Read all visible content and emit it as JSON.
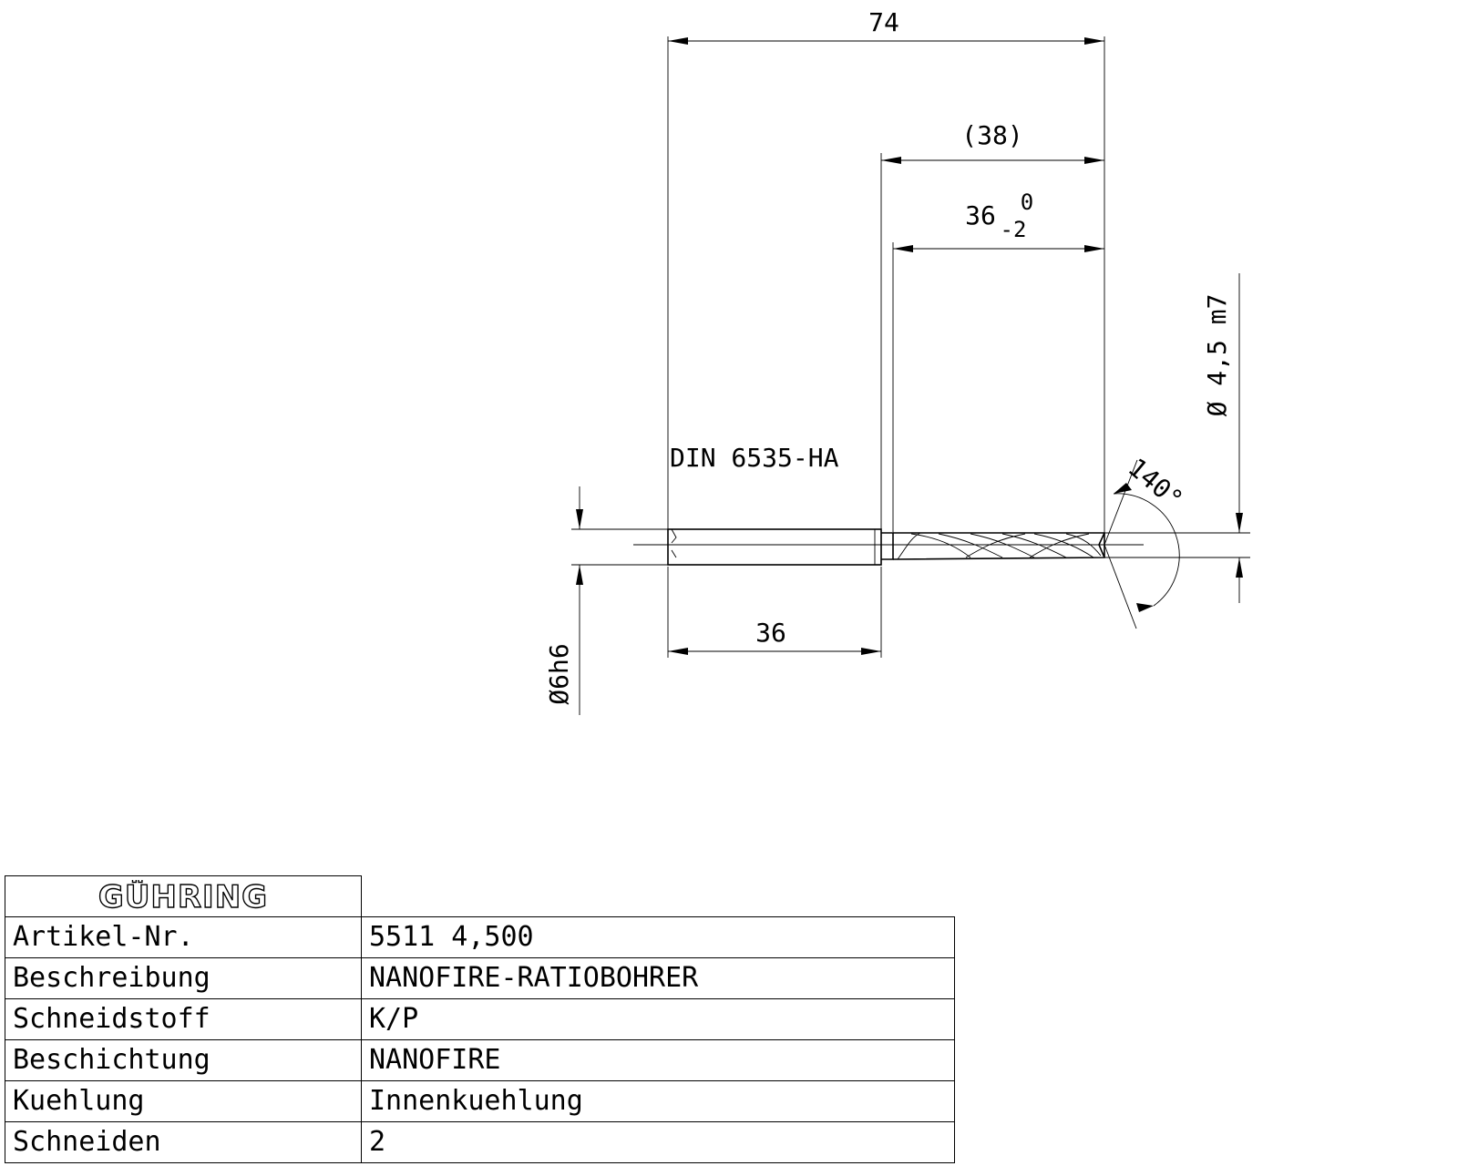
{
  "drawing": {
    "dim_overall": "74",
    "dim_flute_ref": "(38)",
    "dim_flute_nominal": "36",
    "dim_flute_tol_upper": "0",
    "dim_flute_tol_lower": "-2",
    "dim_shank": "36",
    "dim_shank_dia": "Ø6h6",
    "dim_drill_dia": "Ø 4,5 m7",
    "point_angle": "140°",
    "standard": "DIN 6535-HA"
  },
  "spec_table": {
    "logo_text": "GÜHRING",
    "rows": [
      {
        "label": "Artikel-Nr.",
        "value": "5511 4,500"
      },
      {
        "label": "Beschreibung",
        "value": "NANOFIRE-RATIOBOHRER"
      },
      {
        "label": "Schneidstoff",
        "value": "K/P"
      },
      {
        "label": "Beschichtung",
        "value": "NANOFIRE"
      },
      {
        "label": "Kuehlung",
        "value": "Innenkuehlung"
      },
      {
        "label": "Schneiden",
        "value": "2"
      }
    ]
  }
}
